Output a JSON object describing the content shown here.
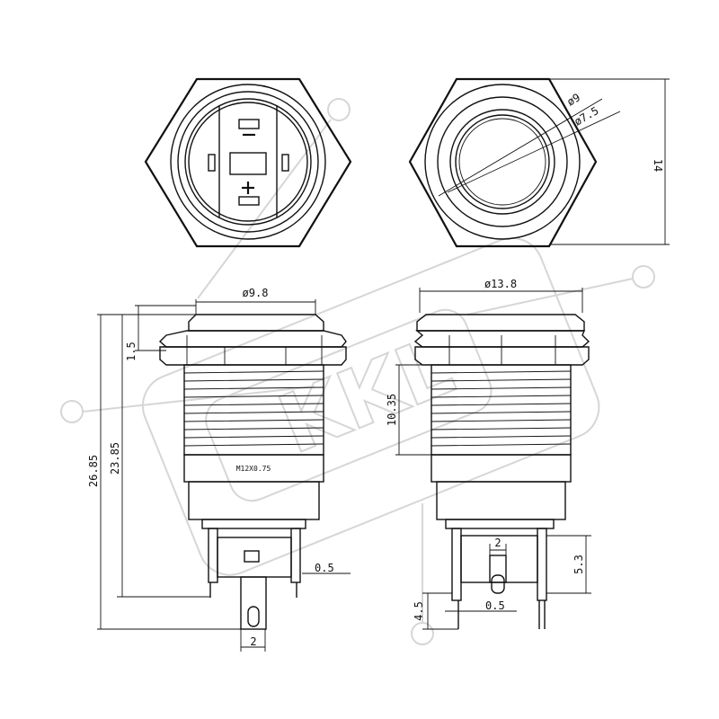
{
  "watermark": {
    "text": "KKL"
  },
  "top_right_view": {
    "dia_outer": "ø9",
    "dia_inner": "ø7.5",
    "height": "14"
  },
  "left_side_view": {
    "top_dia": "ø9.8",
    "head_height": "1.5",
    "body_length": "23.85",
    "total_length": "26.85",
    "thread_label": "M12X0.75",
    "pin_thickness": "0.5",
    "pin_width": "2"
  },
  "right_side_view": {
    "nut_dia": "ø13.8",
    "thread_length": "10.35",
    "pin_spacing": "2",
    "pin_height": "5.3",
    "pin_offset": "4.5",
    "pin_thickness": "0.5"
  },
  "front_view": {
    "minus_symbol": "—",
    "plus_symbol": "+"
  }
}
